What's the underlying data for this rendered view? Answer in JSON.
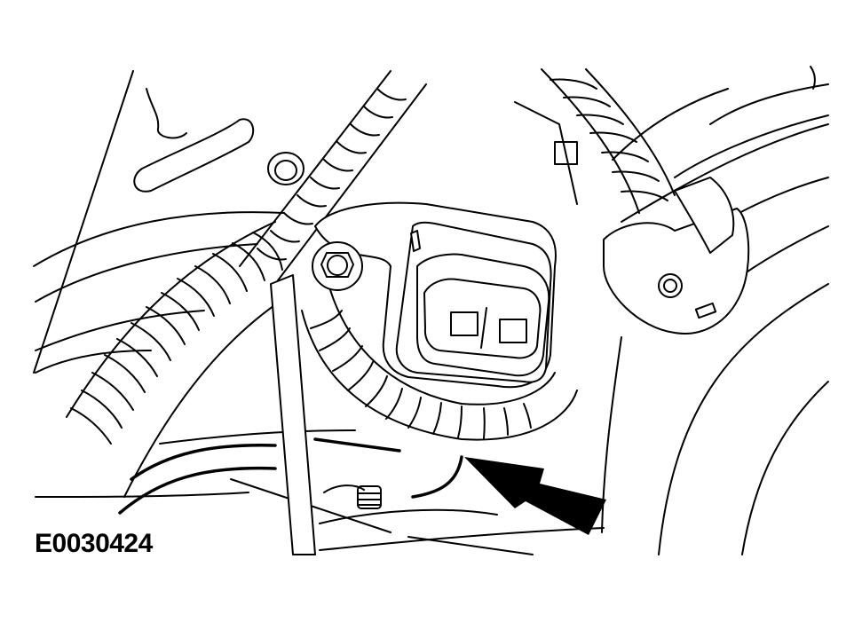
{
  "figure": {
    "label": "E0030424",
    "description": "Line illustration of engine bay wiring harness with two-pin electrical connector; arrow points to harness/connector location",
    "colors": {
      "line": "#000000",
      "background": "#ffffff"
    },
    "elements": {
      "arrow": {
        "direction": "up-left",
        "icon": "arrow-icon"
      },
      "connector_main": {
        "pins": 2
      },
      "connector_right": {},
      "bolt": {
        "icon": "hex-bolt-icon"
      }
    }
  }
}
